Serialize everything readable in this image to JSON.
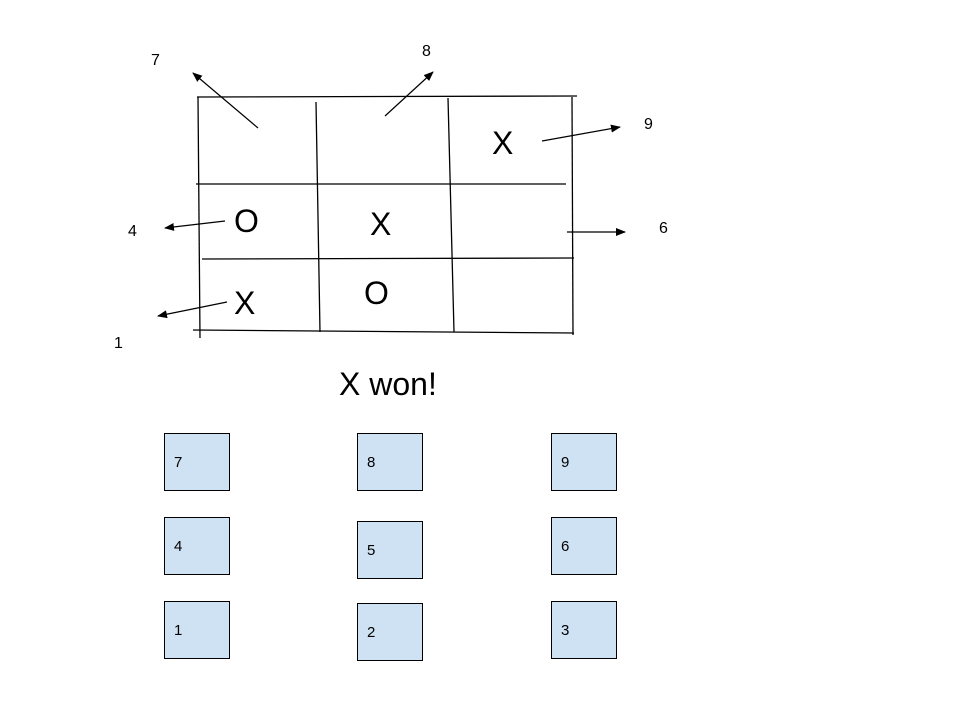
{
  "callouts": {
    "n7": "7",
    "n8": "8",
    "n9": "9",
    "n4": "4",
    "n6": "6",
    "n1": "1"
  },
  "board": {
    "cells": {
      "top_left": "",
      "top_middle": "",
      "top_right": "X",
      "middle_left": "O",
      "center": "X",
      "middle_right": "",
      "bottom_left": "X",
      "bottom_middle": "O",
      "bottom_right": ""
    }
  },
  "status_text": "X won!",
  "keypad": {
    "fill_color": "#cfe2f3",
    "keys": {
      "k7": "7",
      "k8": "8",
      "k9": "9",
      "k4": "4",
      "k5": "5",
      "k6": "6",
      "k1": "1",
      "k2": "2",
      "k3": "3"
    }
  }
}
